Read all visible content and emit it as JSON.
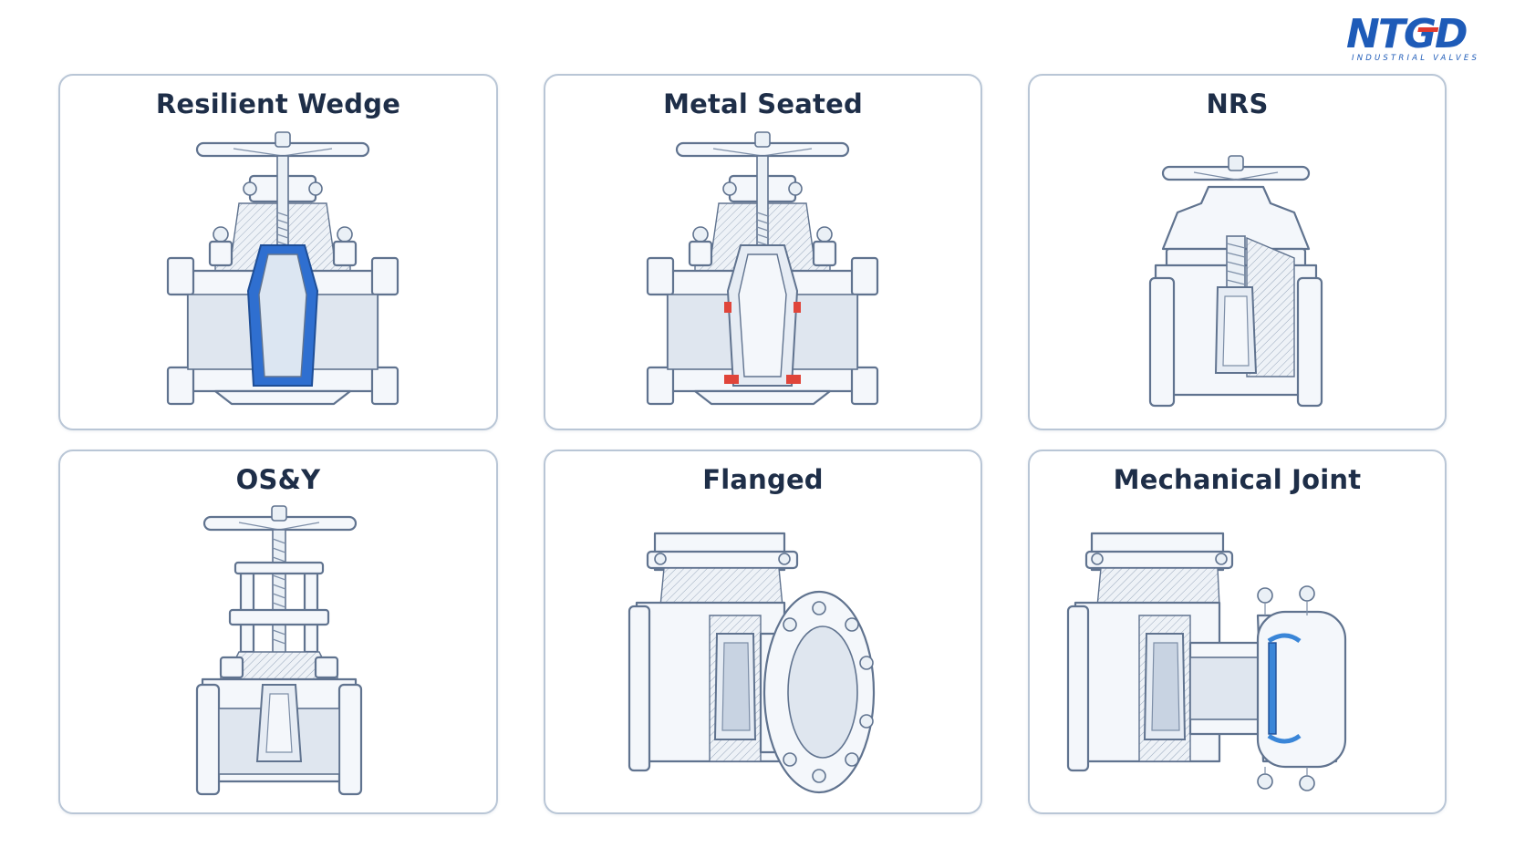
{
  "brand": {
    "logo_text": "NTGD",
    "tagline": "INDUSTRIAL VALVES",
    "primary_color": "#1e5bb8",
    "accent_color": "#e03a2f"
  },
  "colors": {
    "resilient_seat": "#2f6fd0",
    "metal_seat": "#e0453a",
    "gasket": "#3a86d8",
    "outline": "#60738f",
    "title": "#1e2e48",
    "card_border": "#b9c6d6"
  },
  "cards": [
    {
      "title": "Resilient Wedge",
      "icon": "resilient-wedge-gate-valve-icon"
    },
    {
      "title": "Metal Seated",
      "icon": "metal-seated-gate-valve-icon"
    },
    {
      "title": "NRS",
      "icon": "nrs-gate-valve-icon"
    },
    {
      "title": "OS&Y",
      "icon": "osy-gate-valve-icon"
    },
    {
      "title": "Flanged",
      "icon": "flanged-gate-valve-icon"
    },
    {
      "title": "Mechanical Joint",
      "icon": "mechanical-joint-gate-valve-icon"
    }
  ]
}
